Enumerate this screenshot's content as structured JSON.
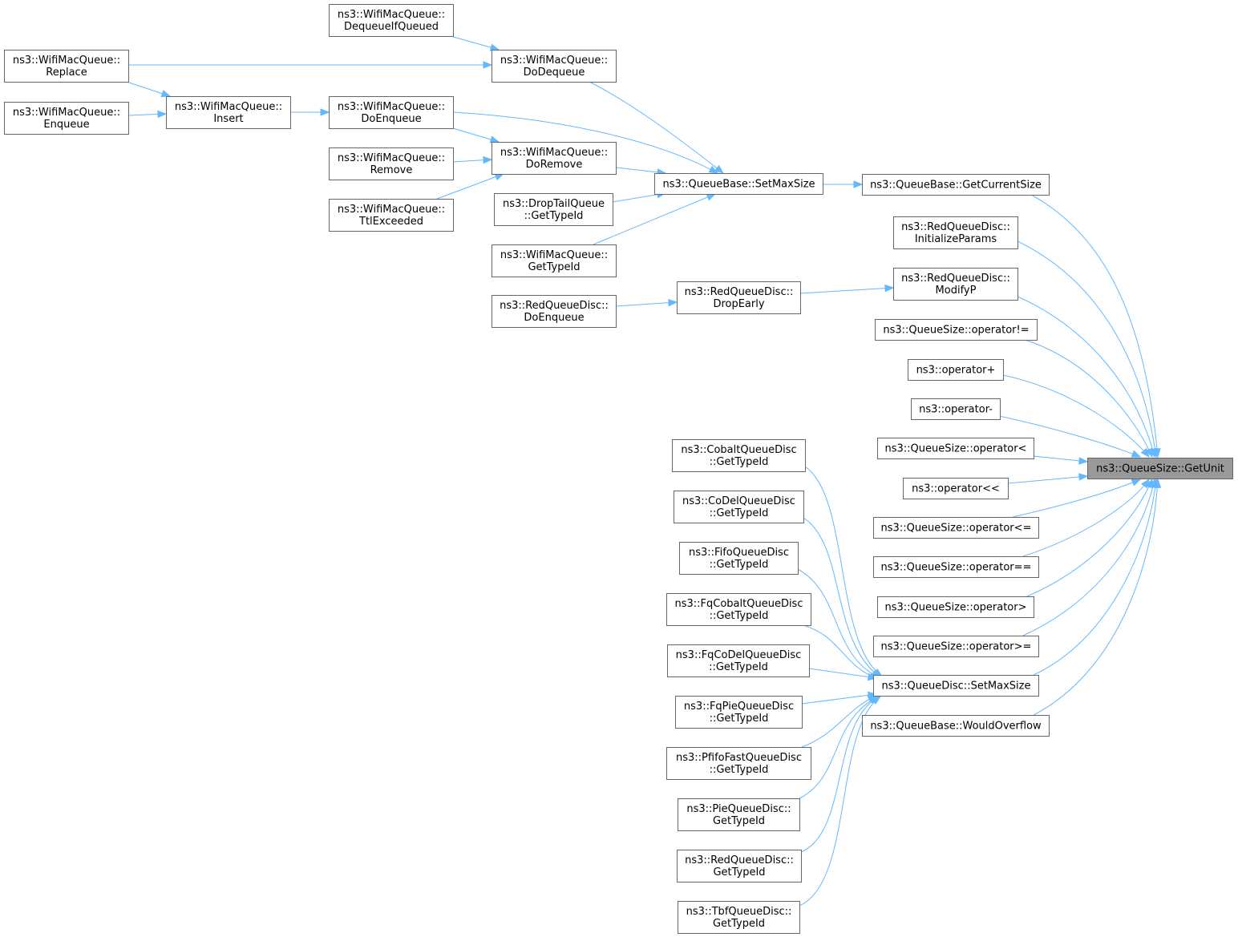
{
  "diagram": {
    "kind": "doxygen caller graph",
    "colors": {
      "edge": "#63b8ff",
      "node_border": "#666666",
      "node_fill": "#ffffff",
      "focus_fill": "#999999"
    },
    "nodes": [
      {
        "id": "getunit",
        "lines": [
          "ns3::QueueSize::GetUnit"
        ],
        "focus": true
      },
      {
        "id": "getcurrentsize",
        "lines": [
          "ns3::QueueBase::GetCurrentSize"
        ]
      },
      {
        "id": "initializeparams",
        "lines": [
          "ns3::RedQueueDisc::",
          "InitializeParams"
        ]
      },
      {
        "id": "modifyp",
        "lines": [
          "ns3::RedQueueDisc::",
          "ModifyP"
        ]
      },
      {
        "id": "op-ne",
        "lines": [
          "ns3::QueueSize::operator!="
        ]
      },
      {
        "id": "op-plus",
        "lines": [
          "ns3::operator+"
        ]
      },
      {
        "id": "op-minus",
        "lines": [
          "ns3::operator-"
        ]
      },
      {
        "id": "op-lt",
        "lines": [
          "ns3::QueueSize::operator<"
        ]
      },
      {
        "id": "op-shl",
        "lines": [
          "ns3::operator<<"
        ]
      },
      {
        "id": "op-le",
        "lines": [
          "ns3::QueueSize::operator<="
        ]
      },
      {
        "id": "op-eq",
        "lines": [
          "ns3::QueueSize::operator=="
        ]
      },
      {
        "id": "op-gt",
        "lines": [
          "ns3::QueueSize::operator>"
        ]
      },
      {
        "id": "op-ge",
        "lines": [
          "ns3::QueueSize::operator>="
        ]
      },
      {
        "id": "qd-setmaxsize",
        "lines": [
          "ns3::QueueDisc::SetMaxSize"
        ]
      },
      {
        "id": "wouldoverflow",
        "lines": [
          "ns3::QueueBase::WouldOverflow"
        ]
      },
      {
        "id": "qb-setmaxsize",
        "lines": [
          "ns3::QueueBase::SetMaxSize"
        ]
      },
      {
        "id": "dropearly",
        "lines": [
          "ns3::RedQueueDisc::",
          "DropEarly"
        ]
      },
      {
        "id": "red-doenqueue",
        "lines": [
          "ns3::RedQueueDisc::",
          "DoEnqueue"
        ]
      },
      {
        "id": "w-dodequeue",
        "lines": [
          "ns3::WifiMacQueue::",
          "DoDequeue"
        ]
      },
      {
        "id": "w-doenqueue",
        "lines": [
          "ns3::WifiMacQueue::",
          "DoEnqueue"
        ]
      },
      {
        "id": "w-doremove",
        "lines": [
          "ns3::WifiMacQueue::",
          "DoRemove"
        ]
      },
      {
        "id": "droptail-gettypeid",
        "lines": [
          "ns3::DropTailQueue",
          "::GetTypeId"
        ]
      },
      {
        "id": "w-gettypeid",
        "lines": [
          "ns3::WifiMacQueue::",
          "GetTypeId"
        ]
      },
      {
        "id": "w-dequeueifqueued",
        "lines": [
          "ns3::WifiMacQueue::",
          "DequeueIfQueued"
        ]
      },
      {
        "id": "w-insert",
        "lines": [
          "ns3::WifiMacQueue::",
          "Insert"
        ]
      },
      {
        "id": "w-remove",
        "lines": [
          "ns3::WifiMacQueue::",
          "Remove"
        ]
      },
      {
        "id": "w-ttlexceeded",
        "lines": [
          "ns3::WifiMacQueue::",
          "TtlExceeded"
        ]
      },
      {
        "id": "w-replace",
        "lines": [
          "ns3::WifiMacQueue::",
          "Replace"
        ]
      },
      {
        "id": "w-enqueue",
        "lines": [
          "ns3::WifiMacQueue::",
          "Enqueue"
        ]
      },
      {
        "id": "cobalt-gettypeid",
        "lines": [
          "ns3::CobaltQueueDisc",
          "::GetTypeId"
        ]
      },
      {
        "id": "codel-gettypeid",
        "lines": [
          "ns3::CoDelQueueDisc",
          "::GetTypeId"
        ]
      },
      {
        "id": "fifo-gettypeid",
        "lines": [
          "ns3::FifoQueueDisc",
          "::GetTypeId"
        ]
      },
      {
        "id": "fqcobalt-gettypeid",
        "lines": [
          "ns3::FqCobaltQueueDisc",
          "::GetTypeId"
        ]
      },
      {
        "id": "fqcodel-gettypeid",
        "lines": [
          "ns3::FqCoDelQueueDisc",
          "::GetTypeId"
        ]
      },
      {
        "id": "fqpie-gettypeid",
        "lines": [
          "ns3::FqPieQueueDisc",
          "::GetTypeId"
        ]
      },
      {
        "id": "pfifo-gettypeid",
        "lines": [
          "ns3::PfifoFastQueueDisc",
          "::GetTypeId"
        ]
      },
      {
        "id": "pie-gettypeid",
        "lines": [
          "ns3::PieQueueDisc::",
          "GetTypeId"
        ]
      },
      {
        "id": "red-gettypeid",
        "lines": [
          "ns3::RedQueueDisc::",
          "GetTypeId"
        ]
      },
      {
        "id": "tbf-gettypeid",
        "lines": [
          "ns3::TbfQueueDisc::",
          "GetTypeId"
        ]
      }
    ],
    "edges": [
      {
        "from": "getcurrentsize",
        "to": "getunit"
      },
      {
        "from": "initializeparams",
        "to": "getunit"
      },
      {
        "from": "modifyp",
        "to": "getunit"
      },
      {
        "from": "op-ne",
        "to": "getunit"
      },
      {
        "from": "op-plus",
        "to": "getunit"
      },
      {
        "from": "op-minus",
        "to": "getunit"
      },
      {
        "from": "op-lt",
        "to": "getunit"
      },
      {
        "from": "op-shl",
        "to": "getunit"
      },
      {
        "from": "op-le",
        "to": "getunit"
      },
      {
        "from": "op-eq",
        "to": "getunit"
      },
      {
        "from": "op-gt",
        "to": "getunit"
      },
      {
        "from": "op-ge",
        "to": "getunit"
      },
      {
        "from": "qd-setmaxsize",
        "to": "getunit"
      },
      {
        "from": "wouldoverflow",
        "to": "getunit"
      },
      {
        "from": "qb-setmaxsize",
        "to": "getcurrentsize"
      },
      {
        "from": "dropearly",
        "to": "modifyp"
      },
      {
        "from": "red-doenqueue",
        "to": "dropearly"
      },
      {
        "from": "w-dodequeue",
        "to": "qb-setmaxsize"
      },
      {
        "from": "w-doenqueue",
        "to": "qb-setmaxsize"
      },
      {
        "from": "w-doremove",
        "to": "qb-setmaxsize"
      },
      {
        "from": "droptail-gettypeid",
        "to": "qb-setmaxsize"
      },
      {
        "from": "w-gettypeid",
        "to": "qb-setmaxsize"
      },
      {
        "from": "w-dequeueifqueued",
        "to": "w-dodequeue"
      },
      {
        "from": "w-replace",
        "to": "w-dodequeue"
      },
      {
        "from": "w-insert",
        "to": "w-doenqueue"
      },
      {
        "from": "w-doenqueue",
        "to": "w-doremove"
      },
      {
        "from": "w-remove",
        "to": "w-doremove"
      },
      {
        "from": "w-ttlexceeded",
        "to": "w-doremove"
      },
      {
        "from": "w-replace",
        "to": "w-insert"
      },
      {
        "from": "w-enqueue",
        "to": "w-insert"
      },
      {
        "from": "cobalt-gettypeid",
        "to": "qd-setmaxsize"
      },
      {
        "from": "codel-gettypeid",
        "to": "qd-setmaxsize"
      },
      {
        "from": "fifo-gettypeid",
        "to": "qd-setmaxsize"
      },
      {
        "from": "fqcobalt-gettypeid",
        "to": "qd-setmaxsize"
      },
      {
        "from": "fqcodel-gettypeid",
        "to": "qd-setmaxsize"
      },
      {
        "from": "fqpie-gettypeid",
        "to": "qd-setmaxsize"
      },
      {
        "from": "pfifo-gettypeid",
        "to": "qd-setmaxsize"
      },
      {
        "from": "pie-gettypeid",
        "to": "qd-setmaxsize"
      },
      {
        "from": "red-gettypeid",
        "to": "qd-setmaxsize"
      },
      {
        "from": "tbf-gettypeid",
        "to": "qd-setmaxsize"
      }
    ]
  }
}
